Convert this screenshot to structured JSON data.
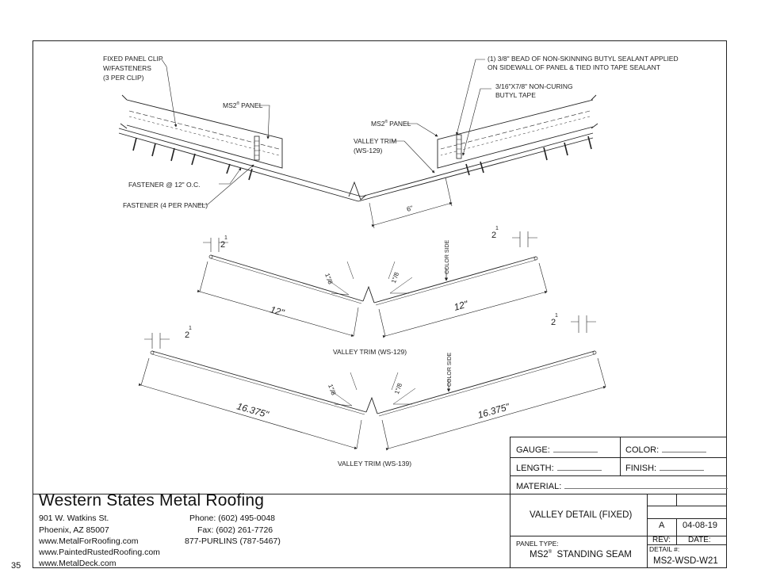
{
  "page_number": "35",
  "company": {
    "name": "Western States Metal Roofing",
    "address_line1": "901 W. Watkins St.",
    "address_line2": "Phoenix, AZ 85007",
    "web1": "www.MetalForRoofing.com",
    "web2": "www.PaintedRustedRoofing.com",
    "web3": "www.MetalDeck.com",
    "phone": "Phone: (602) 495-0048",
    "fax": "Fax: (602) 261-7726",
    "tollfree": "877-PURLINS (787-5467)"
  },
  "titleblock": {
    "gauge_label": "GAUGE:",
    "color_label": "COLOR:",
    "length_label": "LENGTH:",
    "finish_label": "FINISH:",
    "material_label": "MATERIAL:",
    "detail_title": "VALLEY DETAIL (FIXED)",
    "panel_type_label": "PANEL TYPE:",
    "panel_type_name": "MS2",
    "panel_type_reg": "®",
    "panel_type_rest": "STANDING SEAM",
    "rev_value": "A",
    "date_value": "04-08-19",
    "rev_label": "REV:",
    "date_label": "DATE:",
    "detail_no_label": "DETAIL #:",
    "detail_no": "MS2-WSD-W21"
  },
  "callouts": {
    "clip1": "FIXED PANEL CLIP",
    "clip2": "W/FASTENERS",
    "clip3": "(3 PER CLIP)",
    "ms2_left": "MS2",
    "ms2_left_rest": "PANEL",
    "ms2_right": "MS2",
    "ms2_right_rest": "PANEL",
    "reg": "®",
    "valley_trim1": "VALLEY TRIM",
    "valley_trim2": "(WS-129)",
    "bead1": "(1) 3/8\" BEAD OF NON-SKINNING BUTYL SEALANT APPLIED",
    "bead2": "ON SIDEWALL OF PANEL & TIED INTO TAPE SEALANT",
    "tape1": "3/16\"X7/8\" NON-CURING",
    "tape2": "BUTYL TAPE",
    "fastener12": "FASTENER @ 12\" O.C.",
    "fastener4": "FASTENER (4 PER PANEL)",
    "dim6": "6\""
  },
  "trim129": {
    "half_left_num": "1",
    "half_left_den": "2",
    "half_right_num": "1",
    "half_right_den": "2",
    "eighth_left": "1\"/8",
    "eighth_right": "1\"/8",
    "len_left": "12\"",
    "len_right": "12\"",
    "color_side": "COLOR SIDE",
    "label": "VALLEY TRIM (WS-129)"
  },
  "trim139": {
    "half_left_num": "1",
    "half_left_den": "2",
    "half_right_num": "1",
    "half_right_den": "2",
    "eighth_left": "1\"/8",
    "eighth_right": "1\"/8",
    "len_left": "16.375\"",
    "len_right": "16.375\"",
    "color_side": "COLOR SIDE",
    "label": "VALLEY TRIM (WS-139)"
  }
}
